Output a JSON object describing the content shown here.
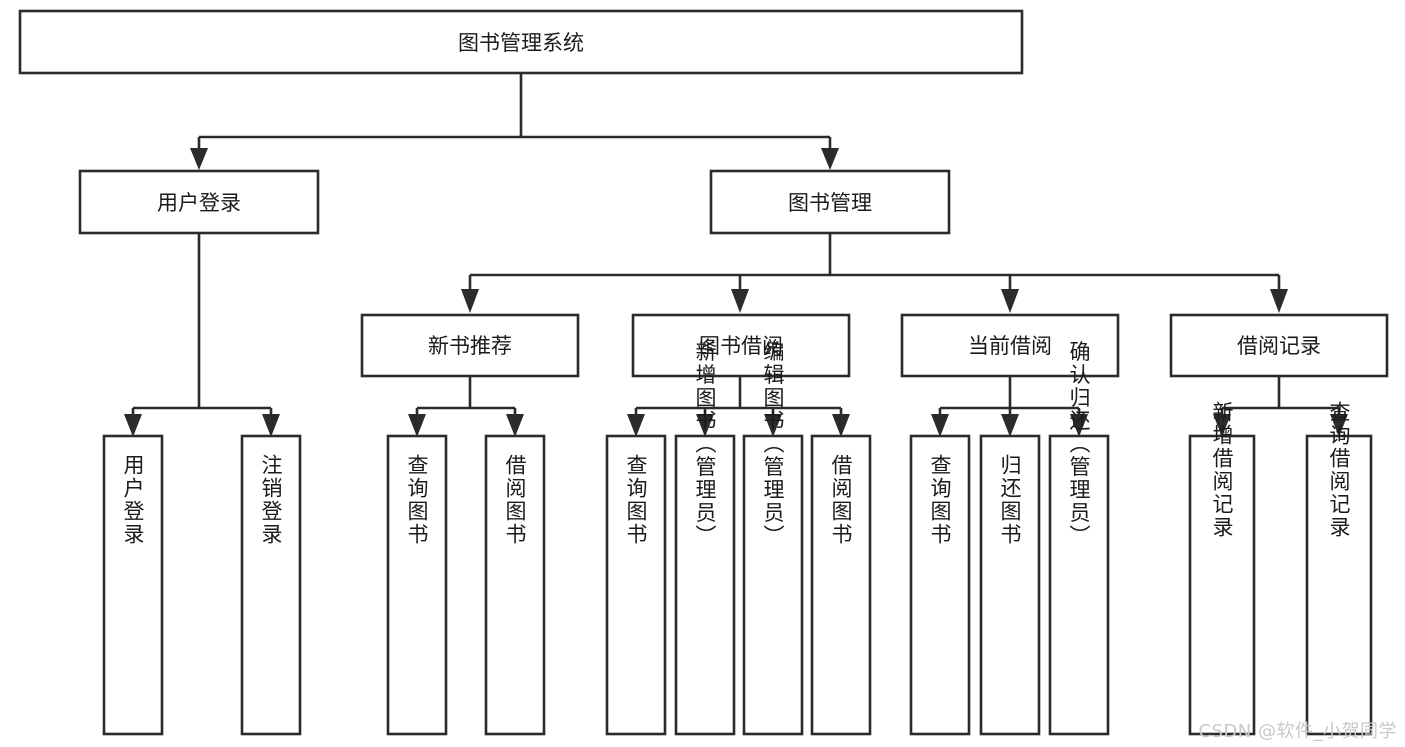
{
  "diagram": {
    "type": "tree-hierarchy",
    "title": "图书管理系统",
    "watermark": "CSDN @软件_小贺同学",
    "colors": {
      "stroke": "#2b2b2b",
      "fill": "#ffffff",
      "text": "#1b1b1b",
      "watermark": "#c9c9c9"
    },
    "nodes": {
      "root": {
        "label": "图书管理系统"
      },
      "level2": [
        {
          "id": "user-login",
          "label": "用户登录"
        },
        {
          "id": "book-management",
          "label": "图书管理"
        }
      ],
      "level3": [
        {
          "id": "new-book-recommend",
          "label": "新书推荐"
        },
        {
          "id": "book-borrow",
          "label": "图书借阅"
        },
        {
          "id": "current-borrow",
          "label": "当前借阅"
        },
        {
          "id": "borrow-record",
          "label": "借阅记录"
        }
      ],
      "leaves": {
        "user-login": [
          {
            "id": "leaf-user-login",
            "label": "用户登录"
          },
          {
            "id": "leaf-user-logout",
            "label": "注销登录"
          }
        ],
        "new-book-recommend": [
          {
            "id": "leaf-query-book-1",
            "label": "查询图书"
          },
          {
            "id": "leaf-borrow-book-1",
            "label": "借阅图书"
          }
        ],
        "book-borrow": [
          {
            "id": "leaf-query-book-2",
            "label": "查询图书"
          },
          {
            "id": "leaf-add-book",
            "label": "新增图书（管理员）"
          },
          {
            "id": "leaf-edit-book",
            "label": "编辑图书（管理员）"
          },
          {
            "id": "leaf-borrow-book-2",
            "label": "借阅图书"
          }
        ],
        "current-borrow": [
          {
            "id": "leaf-query-book-3",
            "label": "查询图书"
          },
          {
            "id": "leaf-return-book",
            "label": "归还图书"
          },
          {
            "id": "leaf-confirm-return",
            "label": "确认归还（管理员）"
          }
        ],
        "borrow-record": [
          {
            "id": "leaf-add-record",
            "label": "新增借阅记录"
          },
          {
            "id": "leaf-query-record",
            "label": "查询借阅记录"
          }
        ]
      }
    }
  }
}
